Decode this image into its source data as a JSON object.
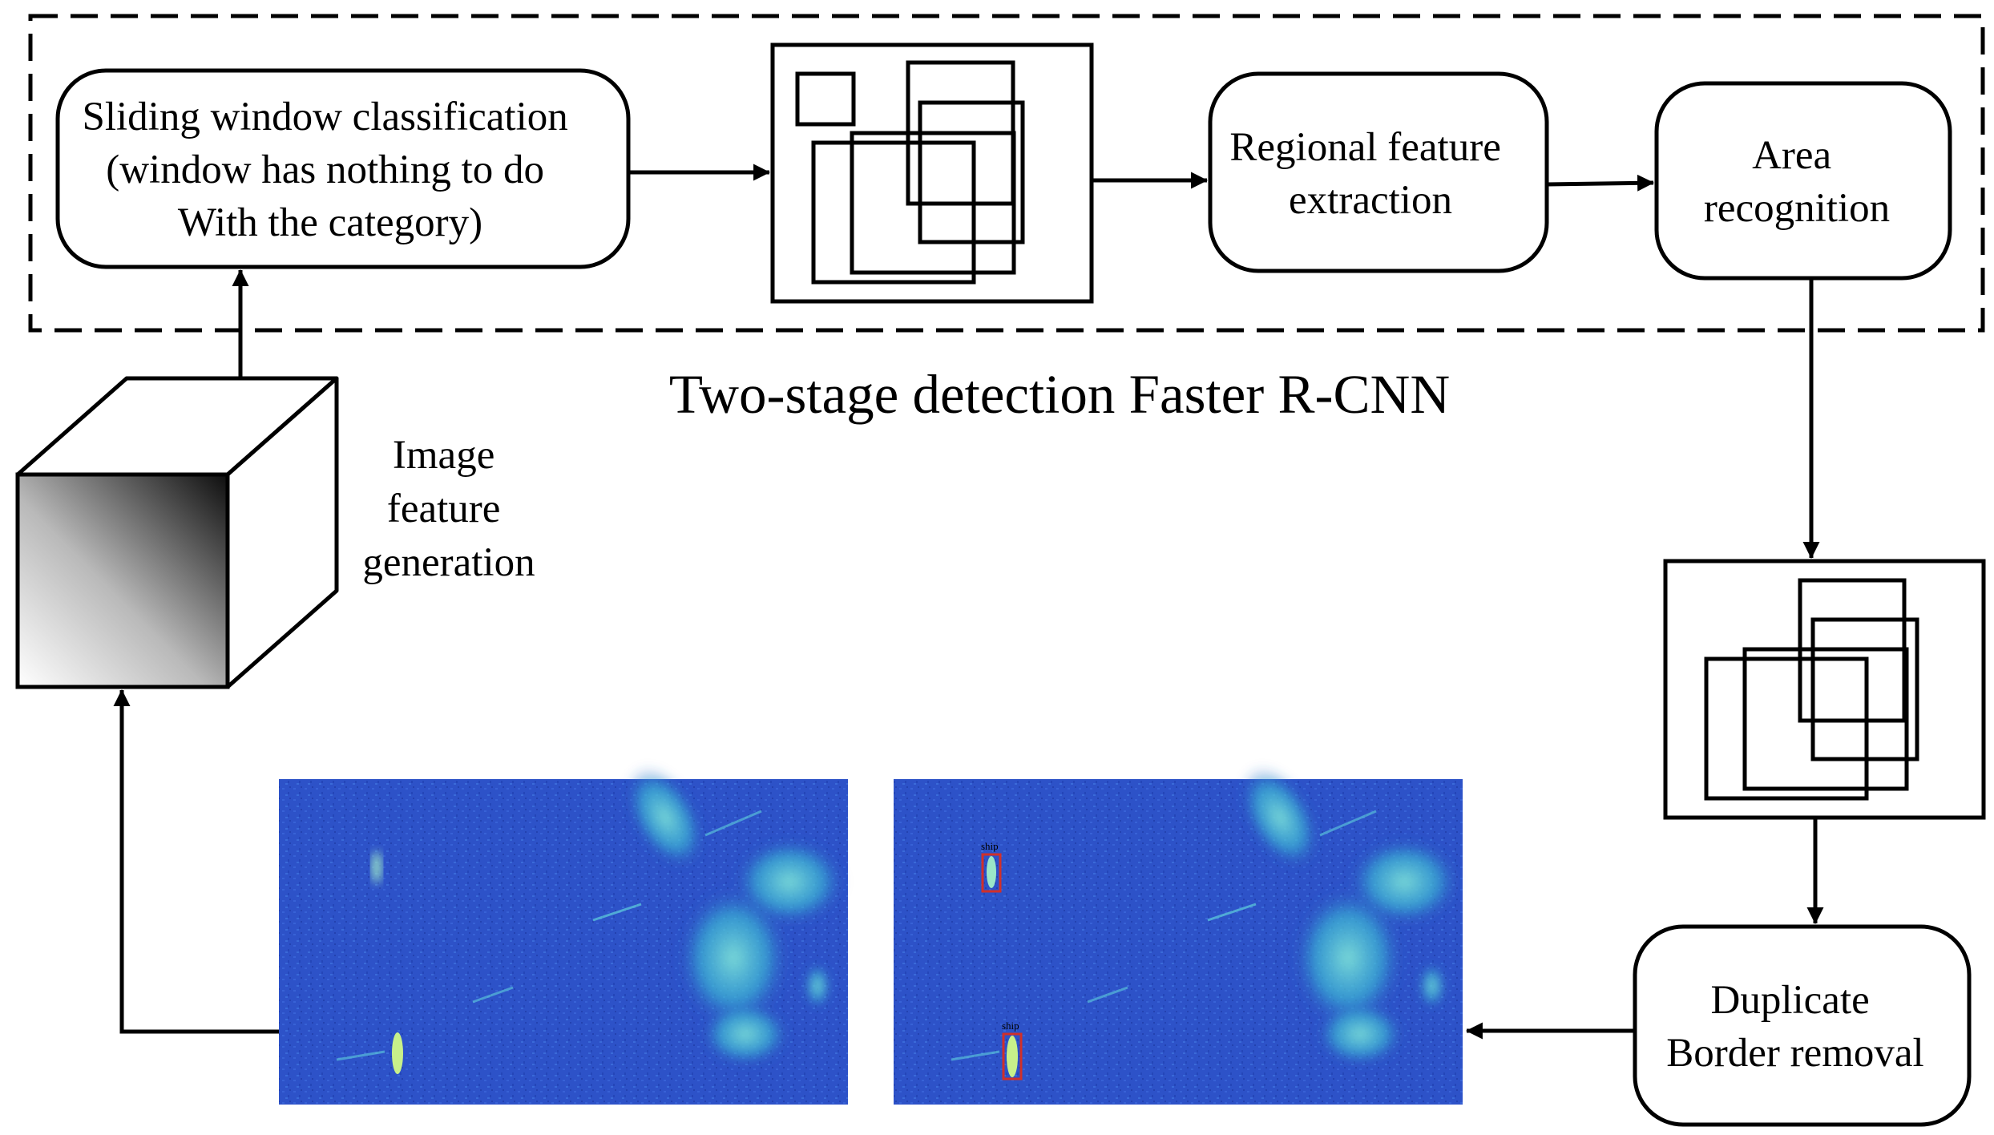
{
  "nodes": {
    "sliding_window": {
      "lines": [
        "Sliding window classification",
        "(window has nothing to do",
        "With the category)"
      ]
    },
    "regional_feature": {
      "lines": [
        "Regional feature",
        "extraction"
      ]
    },
    "area_recognition": {
      "lines": [
        "Area",
        "recognition"
      ]
    },
    "image_feature": {
      "lines": [
        "Image",
        "feature",
        "generation"
      ]
    },
    "duplicate_border": {
      "lines": [
        "Duplicate",
        "Border removal"
      ]
    }
  },
  "stage_label": "Two-stage detection Faster R-CNN",
  "detection_tags": [
    "ship",
    "ship"
  ],
  "colors": {
    "line": "#000000",
    "sar_background": "#2a4fc4",
    "sar_highlight": "#3fc6d6",
    "detection_box": "#d0302a"
  }
}
